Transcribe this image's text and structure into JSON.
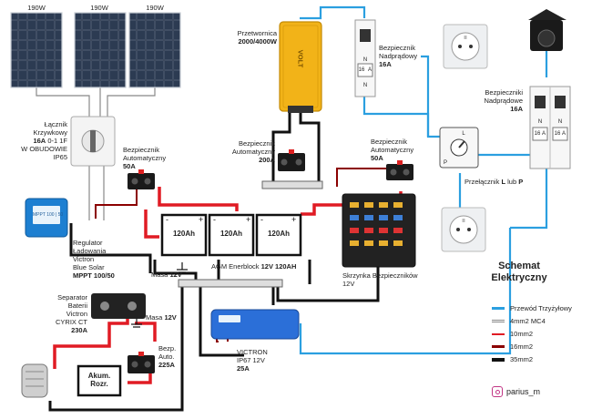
{
  "panels": [
    {
      "id": "p1",
      "label": "190W"
    },
    {
      "id": "p2",
      "label": "190W"
    },
    {
      "id": "p3",
      "label": "190W"
    }
  ],
  "switch_cam": {
    "name": "Łącznik",
    "name2": "Krzywkowy",
    "spec_bold": "16A",
    "spec_rest": " 0-1 1F",
    "housing": "W OBUDOWIE",
    "ip": "IP65"
  },
  "breaker_50a_left": {
    "l1": "Bezpiecznik",
    "l2": "Automatyczny",
    "l3": "50A"
  },
  "breaker_200a": {
    "l1": "Bezpiecznik",
    "l2": "Automatyczny",
    "l3": "200A"
  },
  "breaker_50a_right": {
    "l1": "Bezpiecznik",
    "l2": "Automatyczny",
    "l3": "50A"
  },
  "inverter": {
    "l1": "Przetwornica",
    "l2": "2000/4000W",
    "brand": "VOLT"
  },
  "overcurrent_1": {
    "l1": "Bezpiecznik",
    "l2": "Nadprądowy",
    "l3": "16A",
    "rating": "16",
    "unit": "A",
    "n": "N"
  },
  "overcurrent_2": {
    "l1": "Bezpieczniki",
    "l2": "Nadprądowe",
    "l3": "16A",
    "rating": "16",
    "unit": "A",
    "n": "N"
  },
  "switch_lp": {
    "label_pre": "Przełącznik ",
    "l": "L",
    "mid": " lub ",
    "p": "P",
    "mark_l": "L",
    "mark_p": "P"
  },
  "regulator": {
    "l1": "Regulator",
    "l2": "Ładowania",
    "l3": "Victron",
    "l4": "Blue Solar",
    "l5": "MPPT 100/50",
    "screen": "MPPT 100 | 50"
  },
  "batteries": [
    {
      "id": "b1",
      "label": "120Ah"
    },
    {
      "id": "b2",
      "label": "120Ah"
    },
    {
      "id": "b3",
      "label": "120Ah"
    }
  ],
  "battery_group": {
    "pre": "AGM Enerblock ",
    "bold": "12V 120AH"
  },
  "ground_1": {
    "pre": "Masa ",
    "bold": "12V"
  },
  "ground_2": {
    "pre": "Masa ",
    "bold": "12V"
  },
  "fusebox": {
    "l1": "Skrzynka Bezpieczników",
    "l2": "12V"
  },
  "separator": {
    "l1": "Separator",
    "l2": "Baterii",
    "l3": "Victron",
    "l4": "CYRIX CT",
    "l5": "230A"
  },
  "breaker_225a": {
    "l1": "Bezp.",
    "l2": "Auto.",
    "l3": "225A"
  },
  "charger": {
    "l1": "VICTRON",
    "l2": "IP67 12V",
    "l3": "25A"
  },
  "starter_battery": {
    "l1": "Akum.",
    "l2": "Rozr."
  },
  "diagram_title": {
    "l1": "Schemat",
    "l2": "Elektryczny"
  },
  "legend": [
    {
      "label": "Przewód Trzyżyłowy",
      "color": "#2b9fe0"
    },
    {
      "label": "4mm2 MC4",
      "color": "#888888"
    },
    {
      "label": "10mm2",
      "color": "#e01b24"
    },
    {
      "label": "16mm2",
      "color": "#8b0000"
    },
    {
      "label": "35mm2",
      "color": "#111111"
    }
  ],
  "credit": "parius_m",
  "colors": {
    "wire_blue": "#2b9fe0",
    "wire_red": "#e01b24",
    "wire_black": "#111111",
    "inverter": "#f2b318",
    "regulator": "#1d7fd1"
  }
}
